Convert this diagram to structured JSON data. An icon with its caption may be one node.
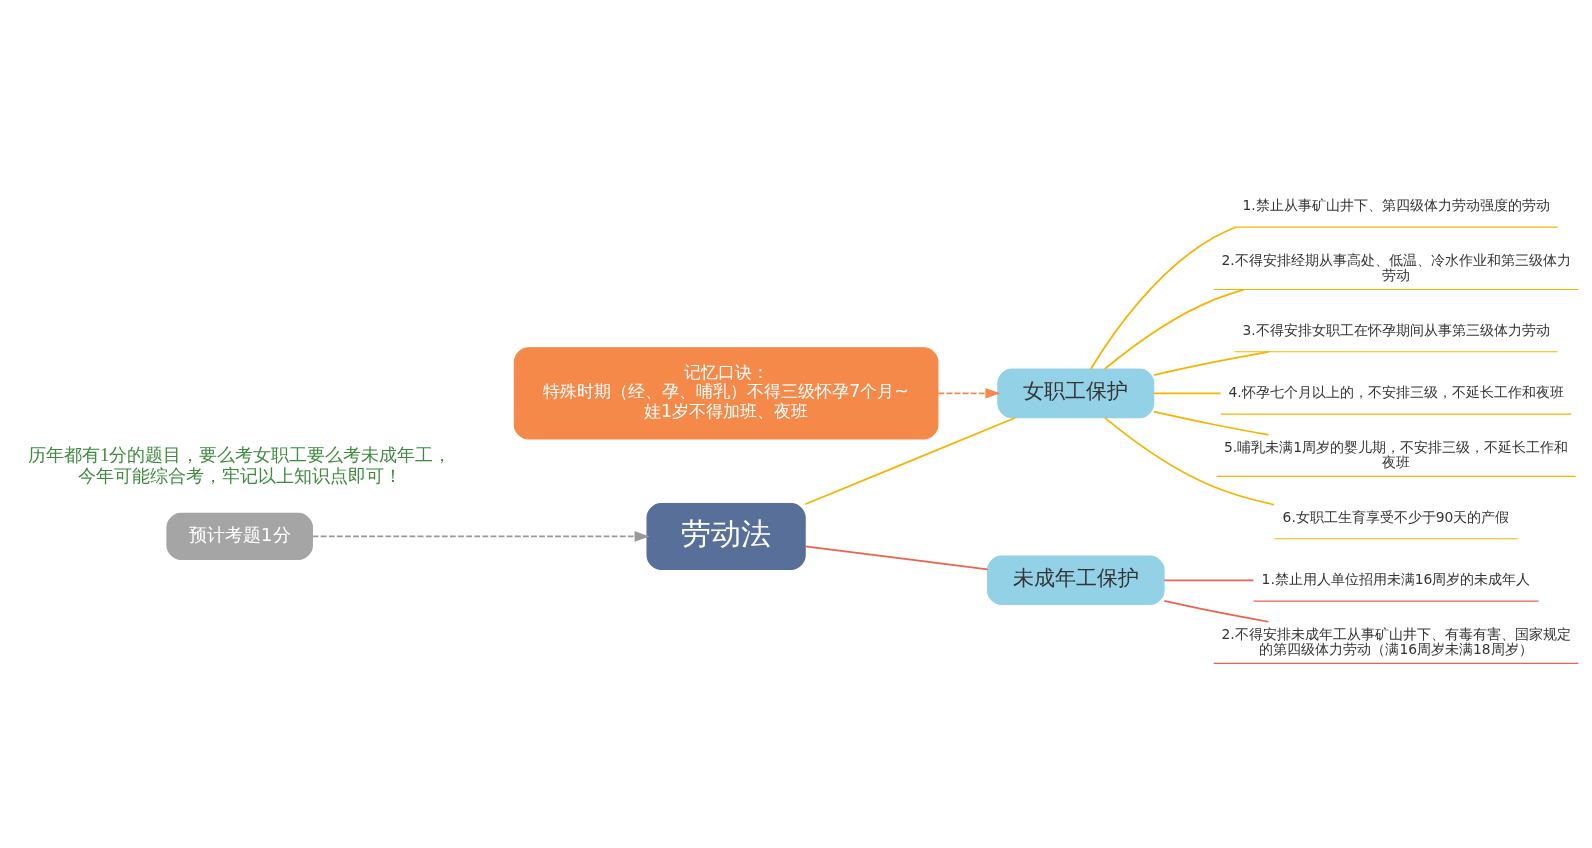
{
  "diagram": {
    "nodes": [
      {
        "text": [
          "劳动法"
        ]
      },
      {
        "text": [
          "未成年工保护"
        ]
      },
      {
        "text": [
          "1.禁止用人单位招用未满16周岁的未成年人"
        ]
      },
      {
        "text": [
          "2.不得安排未成年工从事矿山井下、有毒有害、国家规定的第四级体力劳动（满16周岁未满18周岁）"
        ]
      },
      {
        "text": [
          "女职工保护"
        ]
      },
      {
        "text": [
          "1.禁止从事矿山井下、第四级体力劳动强度的劳动"
        ]
      },
      {
        "text": [
          "2.不得安排经期从事高处、低温、冷水作业和第三级体力劳动"
        ]
      },
      {
        "text": [
          "3.不得安排女职工在怀孕期间从事第三级体力劳动"
        ]
      },
      {
        "text": [
          "4.怀孕七个月以上的，不安排三级，不延长工作和夜班"
        ]
      },
      {
        "text": [
          "5.哺乳未满1周岁的婴儿期，不安排三级，不延长工作和夜班"
        ]
      },
      {
        "text": [
          "6.女职工生育享受不少于90天的产假"
        ]
      },
      {
        "text": [
          "预计考题1分"
        ]
      },
      {
        "text": [
          "记忆口诀：",
          "特殊时期（经、孕、哺乳）不得三级怀孕7个月~娃1岁不得加班、夜班"
        ]
      }
    ],
    "edges": [
      {
        "from": 0,
        "to": 1,
        "arrow": "none",
        "color": "#f0604f"
      },
      {
        "from": 1,
        "to": 2,
        "arrow": "none",
        "color": "#f0604f"
      },
      {
        "from": 1,
        "to": 3,
        "arrow": "none",
        "color": "#f0604f"
      },
      {
        "from": 0,
        "to": 4,
        "arrow": "none"
      },
      {
        "from": 4,
        "to": 5,
        "arrow": "none"
      },
      {
        "from": 4,
        "to": 6,
        "arrow": "none"
      },
      {
        "from": 4,
        "to": 7,
        "arrow": "none"
      },
      {
        "from": 4,
        "to": 8,
        "arrow": "none"
      },
      {
        "from": 4,
        "to": 9,
        "arrow": "none"
      },
      {
        "from": 4,
        "to": 10,
        "arrow": "none"
      },
      {
        "from": 11,
        "to": 0,
        "arrow": "to",
        "style": "dashed",
        "color": "#999999"
      },
      {
        "from": 12,
        "to": 4,
        "arrow": "to",
        "style": "dashed",
        "color": "#f5894a"
      }
    ],
    "labels": [
      "历年都有1分的题目，要么考女职工要么考未成年工，今年可能综合考，牢记以上知识点即可！"
    ]
  }
}
